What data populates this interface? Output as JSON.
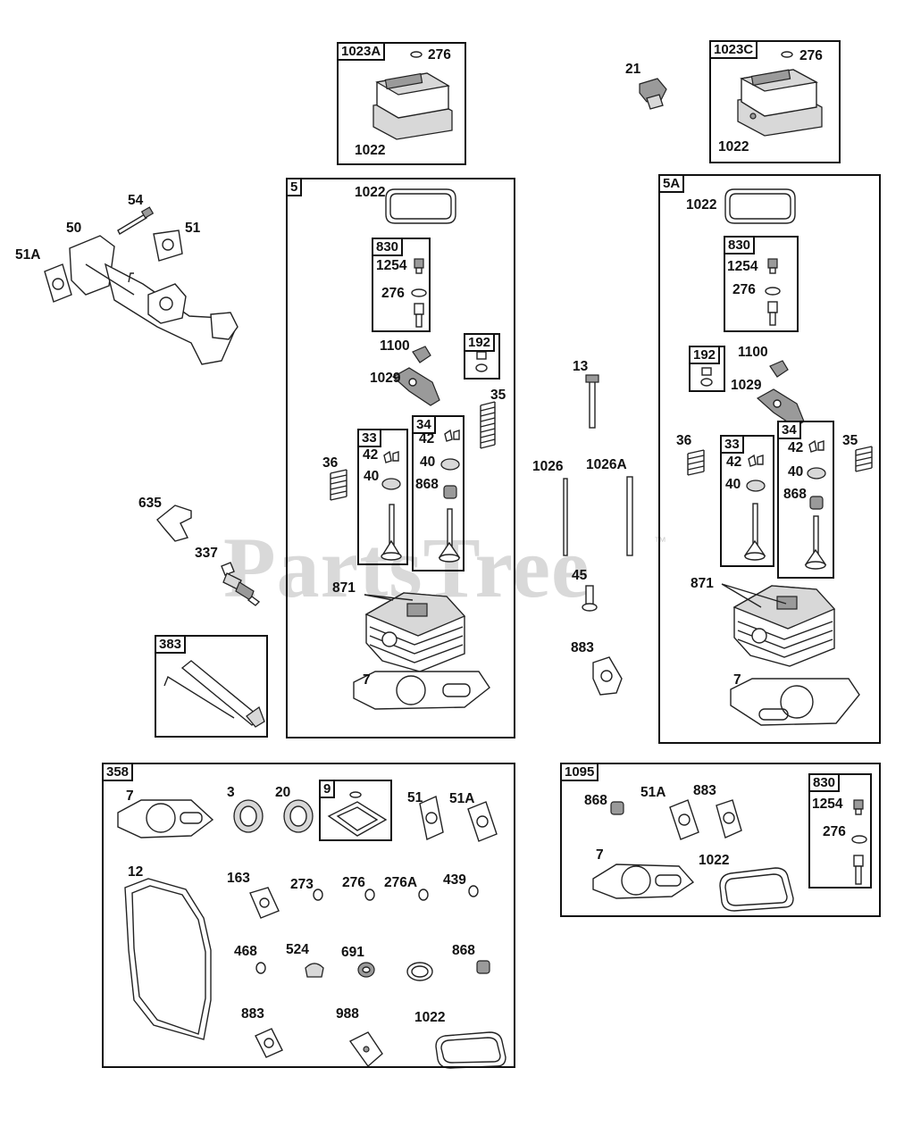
{
  "watermark": "PartsTree",
  "watermark_tm": "™",
  "boxes": {
    "b1023a": "1023A",
    "b1023c": "1023C",
    "b5": "5",
    "b5a": "5A",
    "b830_left": "830",
    "b830_right": "830",
    "b830_kit": "830",
    "b192_left": "192",
    "b192_right": "192",
    "b33_left": "33",
    "b34_left": "34",
    "b33_right": "33",
    "b34_right": "34",
    "b383": "383",
    "b358": "358",
    "b9": "9",
    "b1095": "1095"
  },
  "labels": {
    "l276_a": "276",
    "l1022_a": "1022",
    "l21": "21",
    "l276_c": "276",
    "l1022_c": "1022",
    "l54": "54",
    "l50": "50",
    "l51": "51",
    "l51a": "51A",
    "l1022_5": "1022",
    "l1254_5": "1254",
    "l276_5": "276",
    "l1100_5": "1100",
    "l1029_5": "1029",
    "l35_5": "35",
    "l36_5": "36",
    "l42_5a": "42",
    "l40_5a": "40",
    "l42_5b": "42",
    "l40_5b": "40",
    "l868_5": "868",
    "l871_5": "871",
    "l7_5": "7",
    "l13": "13",
    "l1026": "1026",
    "l1026a": "1026A",
    "l45": "45",
    "l883": "883",
    "l1022_5a": "1022",
    "l1254_5a": "1254",
    "l276_5a": "276",
    "l1100_5a": "1100",
    "l1029_5a": "1029",
    "l36_5a": "36",
    "l35_5a": "35",
    "l42_5aa": "42",
    "l40_5aa": "40",
    "l42_5ab": "42",
    "l40_5ab": "40",
    "l868_5a": "868",
    "l871_5a": "871",
    "l7_5a": "7",
    "l635": "635",
    "l337": "337",
    "l7_358": "7",
    "l3": "3",
    "l20": "20",
    "l51_358": "51",
    "l51a_358": "51A",
    "l12": "12",
    "l163": "163",
    "l273": "273",
    "l276_358": "276",
    "l276a": "276A",
    "l439": "439",
    "l468": "468",
    "l524": "524",
    "l691": "691",
    "l868_358": "868",
    "l883_358": "883",
    "l988": "988",
    "l1022_358": "1022",
    "l868_1095": "868",
    "l51a_1095": "51A",
    "l883_1095": "883",
    "l7_1095": "7",
    "l1022_1095": "1022",
    "l1254_1095": "1254",
    "l276_1095": "276"
  },
  "part_icons": [
    "valve-cover-icon",
    "breather-cap-icon",
    "intake-manifold-icon",
    "spark-plug-icon",
    "cylinder-head-icon",
    "gasket-icon",
    "valve-icon",
    "valve-spring-icon",
    "push-rod-icon",
    "rocker-arm-icon",
    "spark-plug-wrench-icon"
  ]
}
